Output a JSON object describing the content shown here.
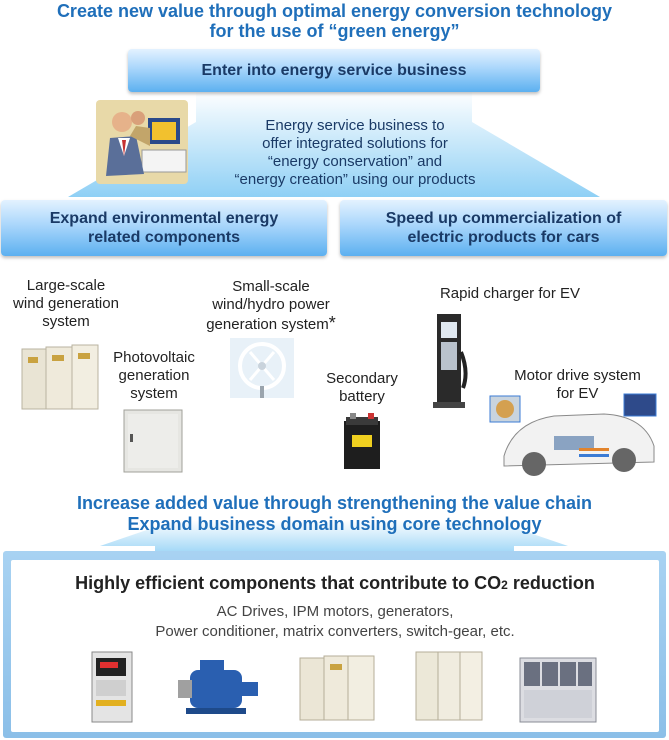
{
  "header": {
    "line1": "Create new value through optimal energy conversion technology",
    "line2": "for the use of “green energy”"
  },
  "top_box": {
    "label": "Enter into energy service business"
  },
  "service_text": {
    "line1": "Energy service business to",
    "line2": "offer integrated solutions for",
    "line3": "“energy conservation” and",
    "line4": "“energy creation” using our products"
  },
  "left_box": {
    "line1": "Expand environmental energy",
    "line2": "related components"
  },
  "right_box": {
    "line1": "Speed up commercialization of",
    "line2": "electric products for cars"
  },
  "products": {
    "wind_large": {
      "line1": "Large-scale",
      "line2": "wind generation",
      "line3": "system"
    },
    "wind_small": {
      "line1": "Small-scale",
      "line2": "wind/hydro power",
      "line3": "generation system",
      "mark": "*"
    },
    "pv": {
      "line1": "Photovoltaic",
      "line2": "generation",
      "line3": "system"
    },
    "battery": {
      "line1": "Secondary",
      "line2": "battery"
    },
    "charger": {
      "label": "Rapid charger for EV"
    },
    "motor": {
      "line1": "Motor drive system",
      "line2": "for EV"
    }
  },
  "value_chain": {
    "line1": "Increase added value through strengthening the value chain",
    "line2": "Expand business domain using core technology"
  },
  "components": {
    "title_pre": "Highly efficient components that contribute to CO",
    "title_sub": "2",
    "title_post": " reduction",
    "desc1": "AC Drives, IPM motors, generators,",
    "desc2": "Power conditioner, matrix converters, switch-gear, etc."
  },
  "colors": {
    "title_blue": "#1f6fba",
    "box_gradient_light": "#e3f2ff",
    "box_gradient_dark": "#5cb0f0",
    "arrow_blue": "#8fd0f5",
    "panel_blue": "#a8d2f2"
  }
}
